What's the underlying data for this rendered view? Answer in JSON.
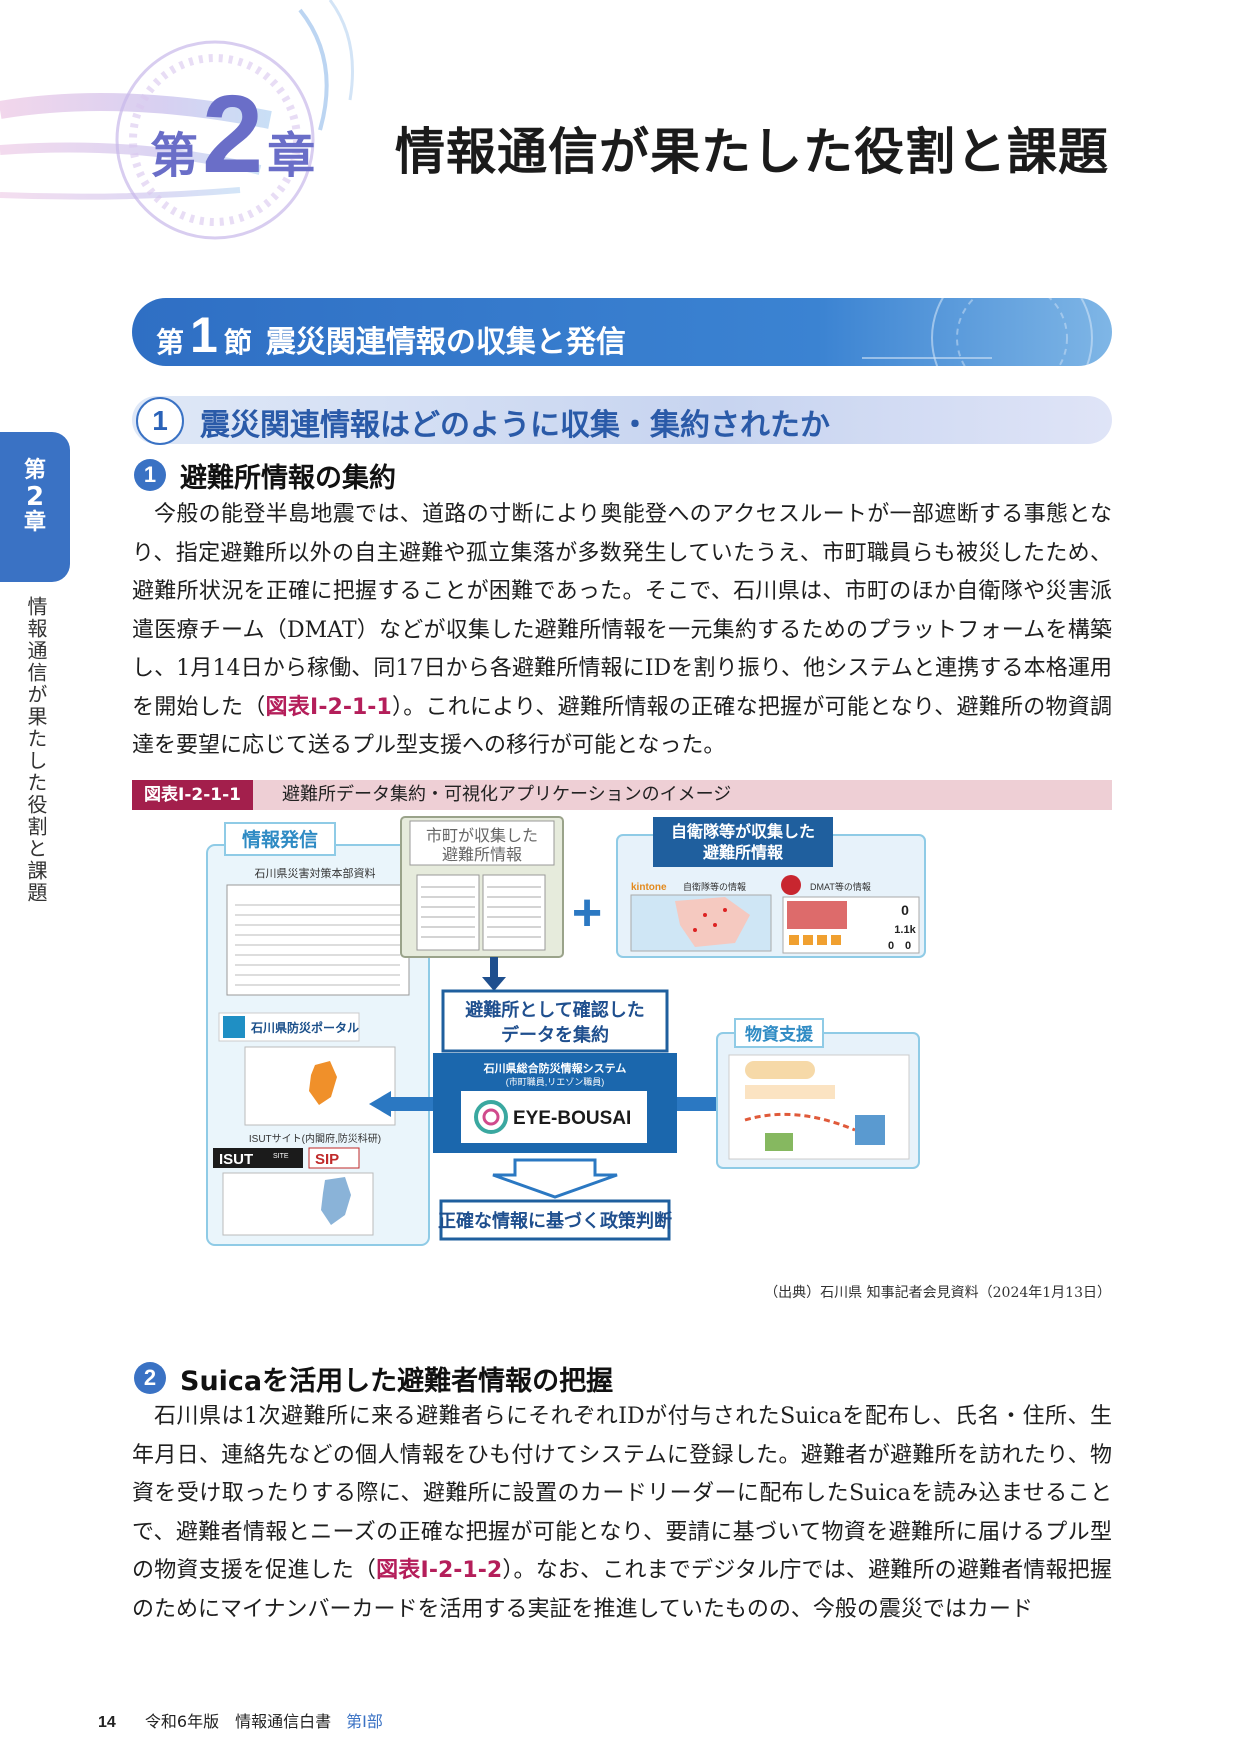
{
  "chapter": {
    "prefix": "第",
    "number": "2",
    "suffix": "章",
    "title": "情報通信が果たした役割と課題"
  },
  "section": {
    "prefix": "第",
    "number": "1",
    "suffix": "節",
    "title": "震災関連情報の収集と発信"
  },
  "subsection": {
    "number": "1",
    "title": "震災関連情報はどのように収集・集約されたか"
  },
  "side_tab": {
    "prefix": "第",
    "number": "2",
    "suffix": "章",
    "vertical_title": "情報通信が果たした役割と課題"
  },
  "heading1": {
    "number": "1",
    "title": "避難所情報の集約"
  },
  "para1": {
    "text_a": "今般の能登半島地震では、道路の寸断により奥能登へのアクセスルートが一部遮断する事態となり、指定避難所以外の自主避難や孤立集落が多数発生していたうえ、市町職員らも被災したため、避難所状況を正確に把握することが困難であった。そこで、石川県は、市町のほか自衛隊や災害派遣医療チーム（DMAT）などが収集した避難所情報を一元集約するためのプラットフォームを構築し、1月14日から稼働、同17日から各避難所情報にIDを割り振り、他システムと連携する本格運用を開始した（",
    "ref": "図表Ⅰ-2-1-1",
    "text_b": "）。これにより、避難所情報の正確な把握が可能となり、避難所の物資調達を要望に応じて送るプル型支援への移行が可能となった。"
  },
  "figure": {
    "tag": "図表Ⅰ-2-1-1",
    "caption": "避難所データ集約・可視化アプリケーションのイメージ",
    "info_label": "情報発信",
    "info_sub": "石川県災害対策本部資料",
    "portal": "石川県防災ポータル",
    "isut": "ISUTサイト(内閣府,防災科研)",
    "isut_logo": "ISUT",
    "isut_logo_sup": "SITE",
    "sip_logo": "SIP",
    "town_label": "市町が収集した避難所情報",
    "sdf_label": "自衛隊等が収集した避難所情報",
    "kintone": "kintone",
    "sdf_sub": "自衛隊等の情報",
    "dmat_sub": "DMAT等の情報",
    "dmat_val1": "0",
    "dmat_val2": "1.1k",
    "dmat_val3": "0",
    "dmat_val4": "0",
    "plus": "+",
    "confirm_label": "避難所として確認したデータを集約",
    "system_name": "石川県総合防災情報システム",
    "system_sub": "(市町職員,リエゾン職員)",
    "eye_bousai": "EYE-BOUSAI",
    "supply_label": "物資支援",
    "policy_label": "正確な情報に基づく政策判断",
    "source": "（出典）石川県 知事記者会見資料（2024年1月13日）"
  },
  "heading2": {
    "number": "2",
    "title": "Suicaを活用した避難者情報の把握"
  },
  "para2": {
    "text_a": "石川県は1次避難所に来る避難者らにそれぞれIDが付与されたSuicaを配布し、氏名・住所、生年月日、連絡先などの個人情報をひも付けてシステムに登録した。避難者が避難所を訪れたり、物資を受け取ったりする際に、避難所に設置のカードリーダーに配布したSuicaを読み込ませることで、避難者情報とニーズの正確な把握が可能となり、要請に基づいて物資を避難所に届けるプル型の物資支援を促進した（",
    "ref": "図表Ⅰ-2-1-2",
    "text_b": "）。なお、これまでデジタル庁では、避難所の避難者情報把握のためにマイナンバーカードを活用する実証を推進していたものの、今般の震災ではカード"
  },
  "footer": {
    "page": "14",
    "book": "令和6年版　情報通信白書",
    "part": "第Ⅰ部"
  },
  "colors": {
    "chapter_accent": "#6a6ec8",
    "section_blue": "#3a72c4",
    "figure_tag": "#a31f4c",
    "figure_bar": "#eecfd5",
    "ref_text": "#b41e5a"
  }
}
